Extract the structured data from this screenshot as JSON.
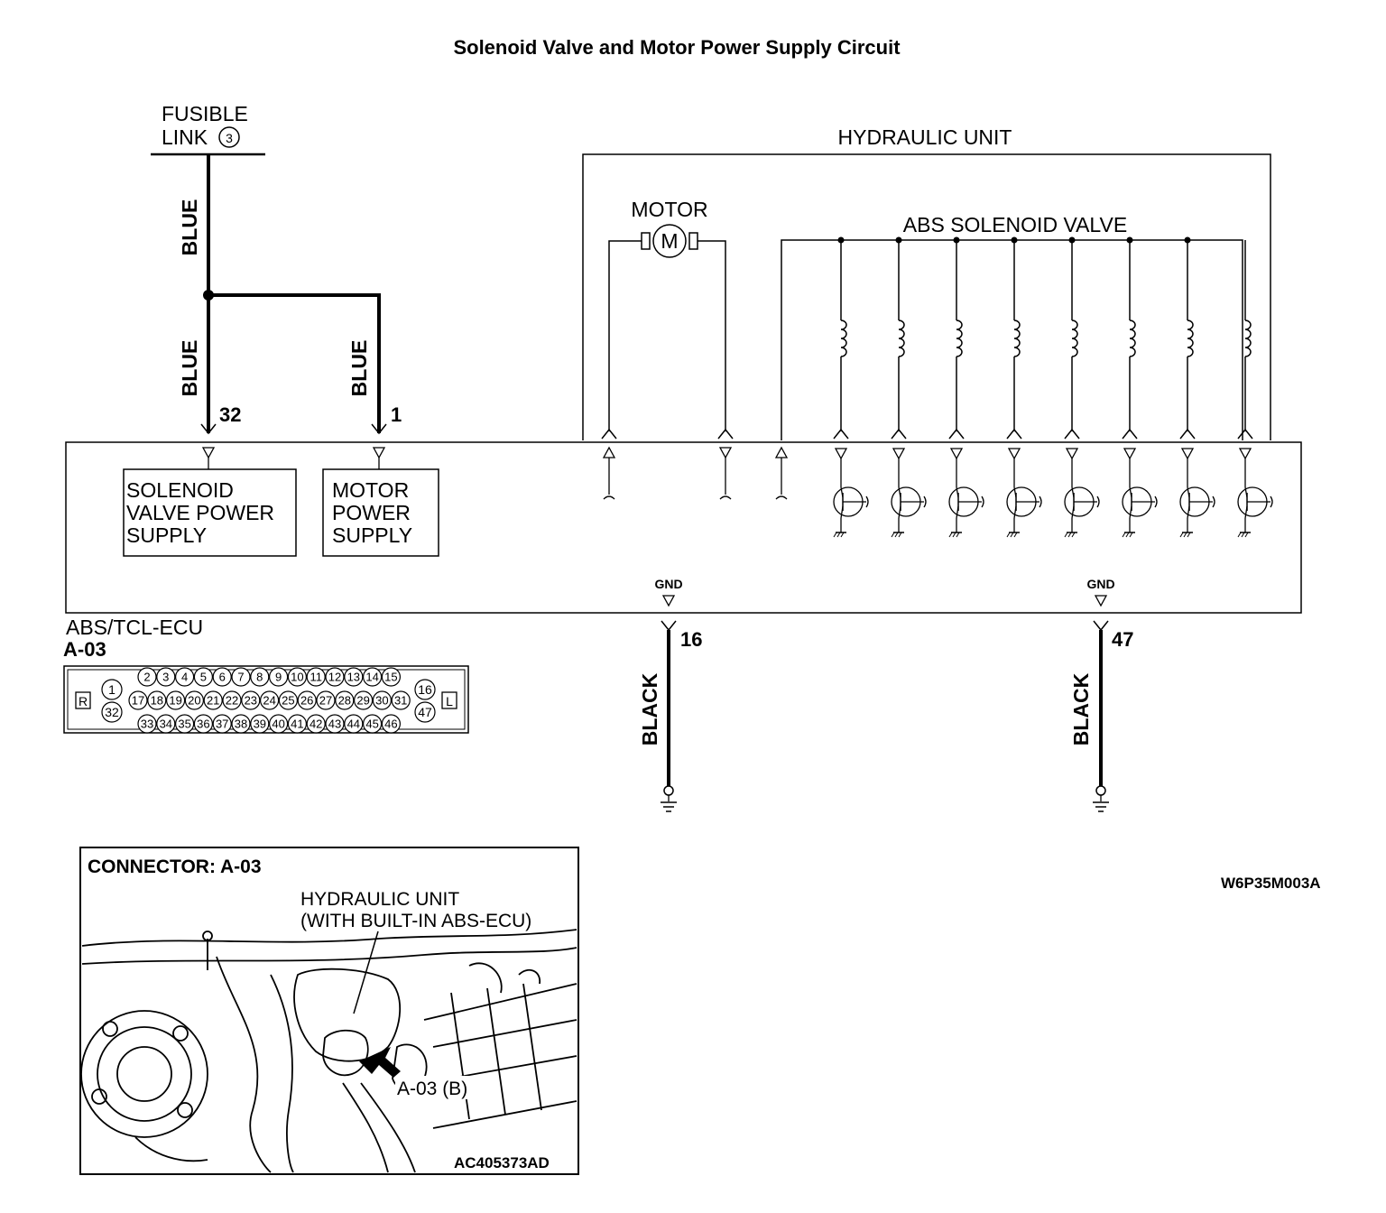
{
  "title": "Solenoid Valve and Motor Power Supply Circuit",
  "fusible_link": {
    "line1": "FUSIBLE",
    "line2": "LINK",
    "number": "3"
  },
  "wires": {
    "blue": "BLUE",
    "black": "BLACK"
  },
  "pins": {
    "p32": "32",
    "p1": "1",
    "p16": "16",
    "p47": "47"
  },
  "hydraulic_unit": {
    "label": "HYDRAULIC UNIT",
    "motor_label": "MOTOR",
    "motor_symbol": "M",
    "solenoid_label": "ABS SOLENOID VALVE"
  },
  "ecu": {
    "solenoid_box": [
      "SOLENOID",
      "VALVE POWER",
      "SUPPLY"
    ],
    "motor_box": [
      "MOTOR",
      "POWER",
      "SUPPLY"
    ],
    "gnd": "GND",
    "name": "ABS/TCL-ECU",
    "connector_id": "A-03"
  },
  "connector_face": {
    "left_marker": "R",
    "right_marker": "L",
    "left_pins": [
      "1",
      "32"
    ],
    "right_pins": [
      "16",
      "47"
    ],
    "row1": [
      "2",
      "3",
      "4",
      "5",
      "6",
      "7",
      "8",
      "9",
      "10",
      "11",
      "12",
      "13",
      "14",
      "15"
    ],
    "row2": [
      "17",
      "18",
      "19",
      "20",
      "21",
      "22",
      "23",
      "24",
      "25",
      "26",
      "27",
      "28",
      "29",
      "30",
      "31"
    ],
    "row3": [
      "33",
      "34",
      "35",
      "36",
      "37",
      "38",
      "39",
      "40",
      "41",
      "42",
      "43",
      "44",
      "45",
      "46"
    ]
  },
  "code": "W6P35M003A",
  "photo": {
    "heading": "CONNECTOR: A-03",
    "caption1": "HYDRAULIC UNIT",
    "caption2": "(WITH BUILT-IN ABS-ECU)",
    "pointer": "A-03 (B)",
    "id": "AC405373AD"
  }
}
